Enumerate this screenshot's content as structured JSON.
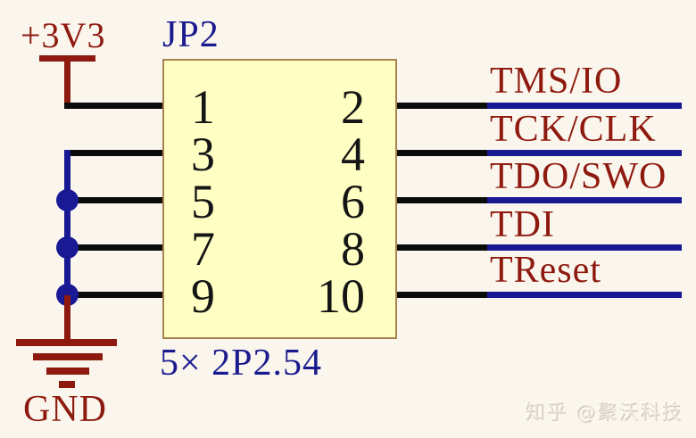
{
  "power": {
    "net": "+3V3"
  },
  "ground": {
    "net": "GND"
  },
  "connector": {
    "designator": "JP2",
    "part_label": "5× 2P2.54",
    "rows": [
      {
        "left": "1",
        "right": "2",
        "signal": "TMS/IO"
      },
      {
        "left": "3",
        "right": "4",
        "signal": "TCK/CLK"
      },
      {
        "left": "5",
        "right": "6",
        "signal": "TDO/SWO"
      },
      {
        "left": "7",
        "right": "8",
        "signal": "TDI"
      },
      {
        "left": "9",
        "right": "10",
        "signal": "TReset"
      }
    ]
  },
  "watermark": {
    "text": "知乎 @聚沃科技"
  },
  "colors": {
    "background": "#FBF6ED",
    "wire_black": "#0B0B0B",
    "net_blue": "#191994",
    "text_blue": "#1A1A8F",
    "net_red": "#8E1A0F",
    "pin_text": "#151515",
    "box_fill": "#FFFFC4",
    "box_border": "#A5854F"
  }
}
